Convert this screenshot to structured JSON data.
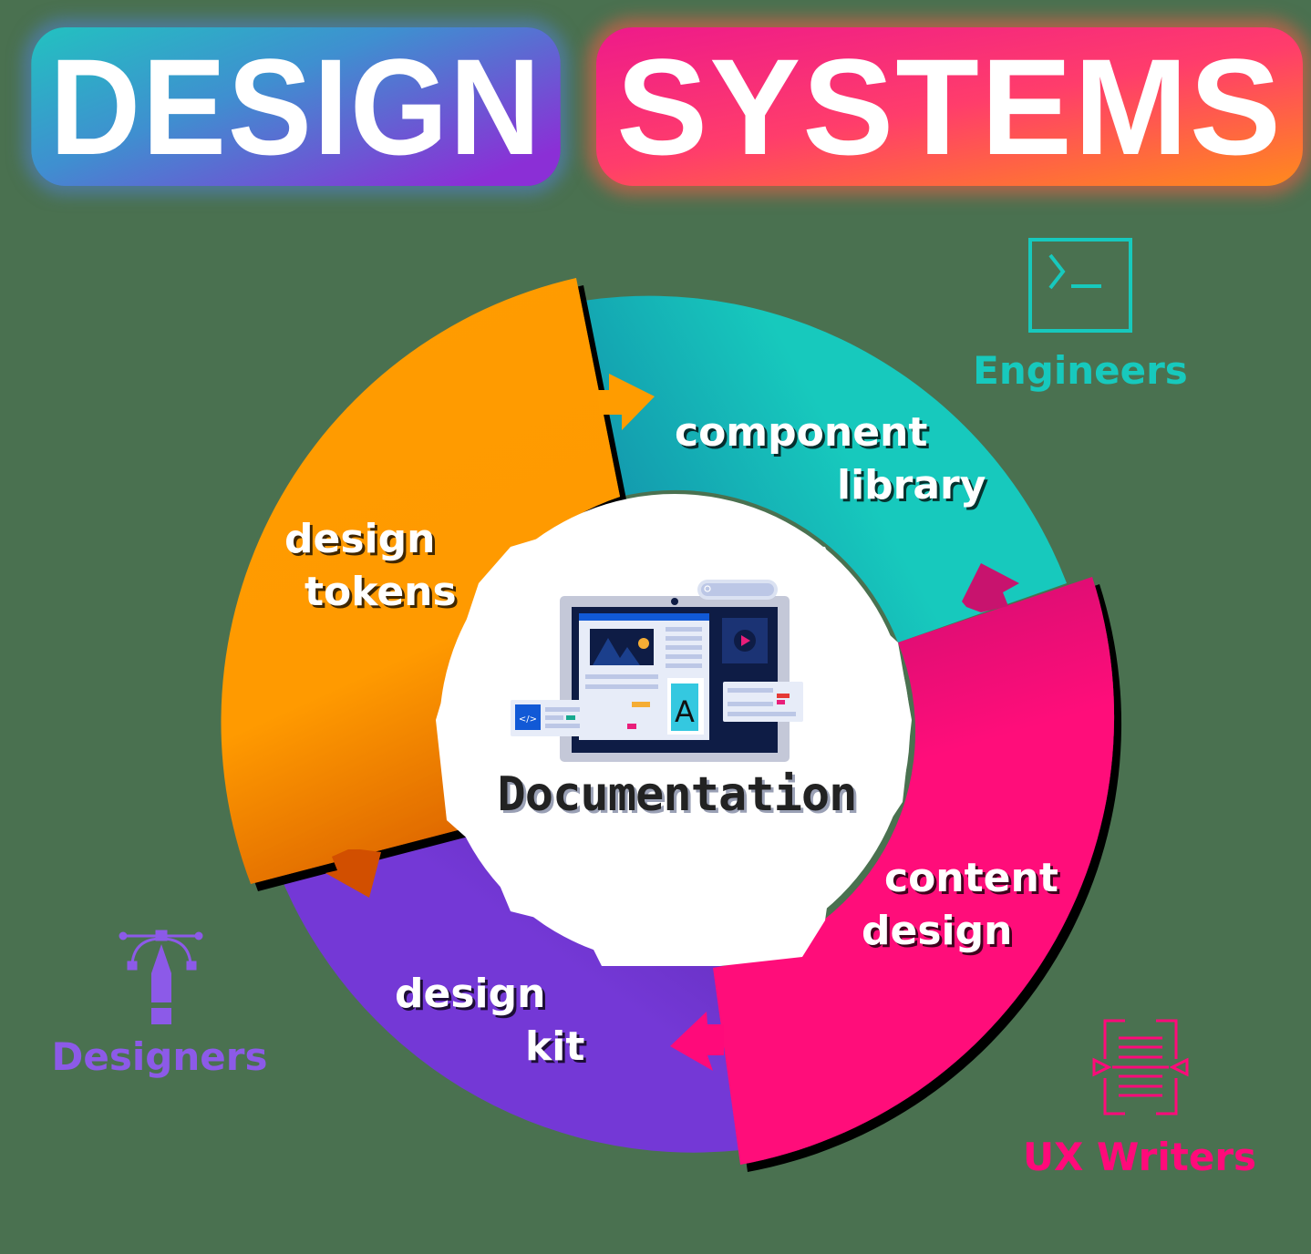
{
  "title": {
    "word1": "DESIGN",
    "word2": "SYSTEMS"
  },
  "center": {
    "label": "Documentation",
    "icon": "documentation-illustration-icon"
  },
  "segments": [
    {
      "id": "design-tokens",
      "line1": "design",
      "line2": "tokens",
      "color": "#ff9c00"
    },
    {
      "id": "component-library",
      "line1": "component",
      "line2": "library",
      "color": "#17c9bd"
    },
    {
      "id": "content-design",
      "line1": "content",
      "line2": "design",
      "color": "#ff0a7a"
    },
    {
      "id": "design-kit",
      "line1": "design",
      "line2": "kit",
      "color": "#7438d6"
    }
  ],
  "roles": [
    {
      "id": "engineers",
      "label": "Engineers",
      "icon": "terminal-icon",
      "color": "#17c9bd"
    },
    {
      "id": "designers",
      "label": "Designers",
      "icon": "pen-tool-icon",
      "color": "#8c5ae8"
    },
    {
      "id": "ux-writers",
      "label": "UX Writers",
      "icon": "text-align-icon",
      "color": "#ff0a7a"
    }
  ],
  "colors": {
    "background": "#4a7150",
    "orange": "#ff9c00",
    "teal": "#17c9bd",
    "pink": "#ff0a7a",
    "purple": "#7438d6"
  }
}
